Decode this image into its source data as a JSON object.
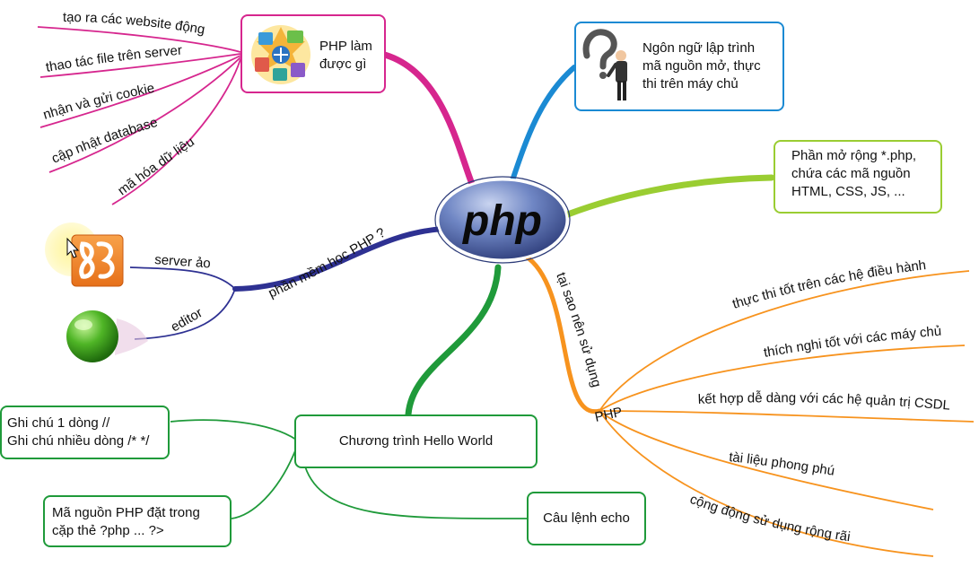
{
  "center": {
    "label": "php"
  },
  "php_lam_duoc_gi": {
    "title": "PHP làm được gì",
    "items": [
      "tạo ra các website động",
      "thao tác file trên server",
      "nhận và gửi cookie",
      "cập nhật database",
      "mã hóa dữ liệu"
    ]
  },
  "definition": [
    "Ngôn ngữ lập trình",
    "mã nguồn mở, thực",
    "thi trên máy chủ"
  ],
  "extension": [
    "Phần mở rộng *.php,",
    "chứa các mã nguồn",
    "HTML, CSS, JS, ..."
  ],
  "software": {
    "branch_label": "phần mềm học PHP ?",
    "items": [
      "server ảo",
      "editor"
    ]
  },
  "why": {
    "branch_label": "tại sao nên sử dụng",
    "php_label": "PHP",
    "items": [
      "thực thi tốt trên các hệ điều hành",
      "thích nghi tốt với các máy chủ",
      "kết hợp dễ dàng với các hệ quản trị CSDL",
      "tài liệu phong phú",
      "cộng động sử dụng rộng rãi"
    ]
  },
  "hello_world": {
    "title": "Chương trình Hello World",
    "comments": [
      "Ghi chú 1 dòng //",
      "Ghi chú nhiều dòng /* */"
    ],
    "tags": [
      "Mã nguồn PHP đặt trong",
      "cặp thẻ ?php ... ?>"
    ],
    "echo": "Câu lệnh echo"
  },
  "colors": {
    "magenta": "#d6268e",
    "blue": "#1b8ad3",
    "lime": "#9acd32",
    "navy": "#2e3192",
    "green": "#1f9a3a",
    "orange": "#f7931e",
    "oval": "#4a5e9c"
  },
  "icons": [
    "php-icons-cluster-icon",
    "question-man-icon",
    "xampp-icon",
    "green-sphere-icon",
    "mouse-cursor-icon"
  ]
}
